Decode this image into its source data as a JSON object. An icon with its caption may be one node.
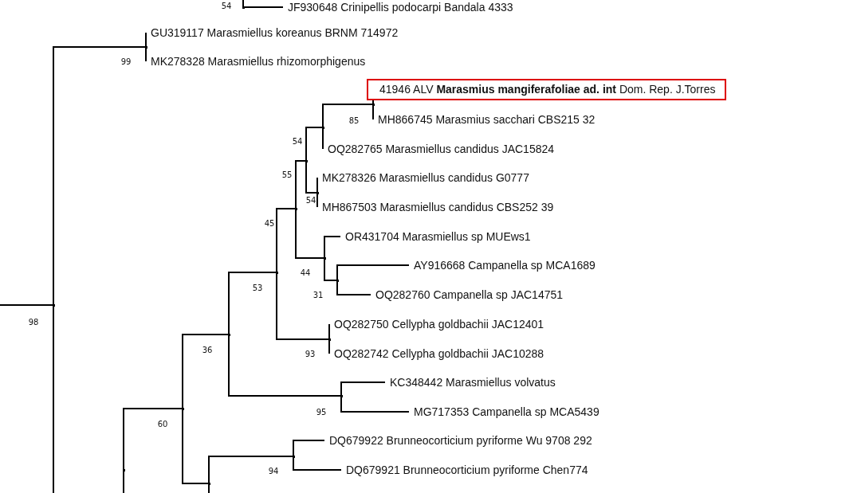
{
  "diagram": {
    "nodes": [
      {
        "text": [],
        "shape": "point",
        "beside": [
          "54"
        ]
      },
      {
        "text": [
          "JF930648 Crinipellis podocarpi Bandala 4333"
        ]
      },
      {
        "text": [],
        "shape": "point",
        "beside": [
          "98"
        ]
      },
      {
        "text": [],
        "shape": "point",
        "beside": [
          "99"
        ]
      },
      {
        "text": [
          "GU319117 Marasmiellus koreanus BRNM 714972"
        ]
      },
      {
        "text": [
          "MK278328 Marasmiellus rhizomorphigenus"
        ]
      },
      {
        "text": [],
        "shape": "point"
      },
      {
        "text": [],
        "shape": "point",
        "beside": [
          "60"
        ]
      },
      {
        "text": [],
        "shape": "point",
        "beside": [
          "36"
        ]
      },
      {
        "text": [],
        "shape": "point",
        "beside": [
          "53"
        ]
      },
      {
        "text": [],
        "shape": "point",
        "beside": [
          "45"
        ]
      },
      {
        "text": [],
        "shape": "point",
        "beside": [
          "55"
        ]
      },
      {
        "text": [],
        "shape": "point",
        "beside": [
          "54"
        ]
      },
      {
        "text": [],
        "shape": "point",
        "beside": [
          "85"
        ]
      },
      {
        "text": [
          "41946 ALV **Marasmius mangiferafoliae ad. int** Dom. Rep. J.Torres"
        ]
      },
      {
        "text": [
          "MH866745 Marasmius sacchari CBS215 32"
        ]
      },
      {
        "text": [
          "OQ282765 Marasmiellus candidus JAC15824"
        ]
      },
      {
        "text": [],
        "shape": "point",
        "beside": [
          "54"
        ]
      },
      {
        "text": [
          "MK278326 Marasmiellus candidus G0777"
        ]
      },
      {
        "text": [
          "MH867503 Marasmiellus candidus CBS252 39"
        ]
      },
      {
        "text": [],
        "shape": "point",
        "beside": [
          "44"
        ]
      },
      {
        "text": [
          "OR431704 Marasmiellus sp MUEws1"
        ]
      },
      {
        "text": [],
        "shape": "point",
        "beside": [
          "31"
        ]
      },
      {
        "text": [
          "AY916668 Campanella sp MCA1689"
        ]
      },
      {
        "text": [
          "OQ282760 Campanella sp JAC14751"
        ]
      },
      {
        "text": [],
        "shape": "point",
        "beside": [
          "93"
        ]
      },
      {
        "text": [
          "OQ282750 Cellypha goldbachii JAC12401"
        ]
      },
      {
        "text": [
          "OQ282742 Cellypha goldbachii JAC10288"
        ]
      },
      {
        "text": [],
        "shape": "point",
        "beside": [
          "95"
        ]
      },
      {
        "text": [
          "KC348442 Marasmiellus volvatus"
        ]
      },
      {
        "text": [
          "MG717353 Campanella sp MCA5439"
        ]
      },
      {
        "text": [],
        "shape": "point"
      },
      {
        "text": [],
        "shape": "point",
        "beside": [
          "94"
        ]
      },
      {
        "text": [
          "DQ679922 Brunneocorticium pyriforme Wu 9708 292"
        ]
      },
      {
        "text": [
          "DQ679921 Brunneocorticium pyriforme Chen774"
        ]
      }
    ],
    "edges": [
      {
        "from": null,
        "to": 0,
        "arrow": "none"
      },
      {
        "from": 0,
        "to": 1,
        "arrow": "none"
      },
      {
        "from": null,
        "to": 2,
        "arrow": "none"
      },
      {
        "from": 2,
        "to": 3,
        "arrow": "none"
      },
      {
        "from": 2,
        "to": null,
        "arrow": "none"
      },
      {
        "from": 3,
        "to": 4,
        "arrow": "none"
      },
      {
        "from": 3,
        "to": 5,
        "arrow": "none"
      },
      {
        "from": 6,
        "to": 7,
        "arrow": "none"
      },
      {
        "from": 6,
        "to": null,
        "arrow": "none"
      },
      {
        "from": 7,
        "to": 8,
        "arrow": "none"
      },
      {
        "from": 7,
        "to": 31,
        "arrow": "none"
      },
      {
        "from": 8,
        "to": 9,
        "arrow": "none"
      },
      {
        "from": 8,
        "to": 28,
        "arrow": "none"
      },
      {
        "from": 9,
        "to": 10,
        "arrow": "none"
      },
      {
        "from": 9,
        "to": 25,
        "arrow": "none"
      },
      {
        "from": 10,
        "to": 11,
        "arrow": "none"
      },
      {
        "from": 10,
        "to": 20,
        "arrow": "none"
      },
      {
        "from": 11,
        "to": 12,
        "arrow": "none"
      },
      {
        "from": 11,
        "to": 17,
        "arrow": "none"
      },
      {
        "from": 12,
        "to": 13,
        "arrow": "none"
      },
      {
        "from": 12,
        "to": 16,
        "arrow": "none"
      },
      {
        "from": 13,
        "to": 14,
        "arrow": "none"
      },
      {
        "from": 13,
        "to": 15,
        "arrow": "none"
      },
      {
        "from": 17,
        "to": 18,
        "arrow": "none"
      },
      {
        "from": 17,
        "to": 19,
        "arrow": "none"
      },
      {
        "from": 20,
        "to": 21,
        "arrow": "none"
      },
      {
        "from": 20,
        "to": 22,
        "arrow": "none"
      },
      {
        "from": 22,
        "to": 23,
        "arrow": "none"
      },
      {
        "from": 22,
        "to": 24,
        "arrow": "none"
      },
      {
        "from": 25,
        "to": 26,
        "arrow": "none"
      },
      {
        "from": 25,
        "to": 27,
        "arrow": "none"
      },
      {
        "from": 28,
        "to": 29,
        "arrow": "none"
      },
      {
        "from": 28,
        "to": 30,
        "arrow": "none"
      },
      {
        "from": 31,
        "to": 32,
        "arrow": "none"
      },
      {
        "from": 31,
        "to": null,
        "arrow": "none"
      },
      {
        "from": 32,
        "to": 33,
        "arrow": "none"
      },
      {
        "from": 32,
        "to": 34,
        "arrow": "none"
      }
    ]
  }
}
